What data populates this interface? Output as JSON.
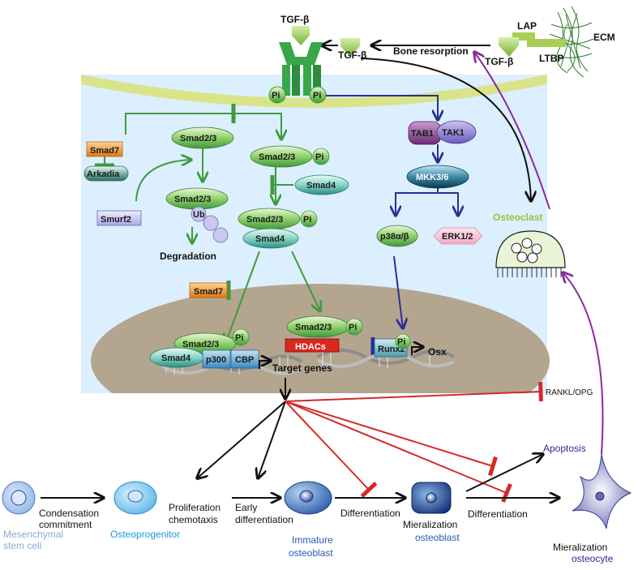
{
  "top": {
    "ecm": "ECM",
    "lap": "LAP",
    "ltbp": "LTBP",
    "tgfb_latent": "TGF-β",
    "bone_resorption": "Bone resorption",
    "tgfb_free": "TGF-β",
    "tgfb_receptor": "TGF-β",
    "pi": "Pi"
  },
  "pathway": {
    "smad23": "Smad2/3",
    "smad4": "Smad4",
    "smad7": "Smad7",
    "arkadia": "Arkadia",
    "smurf2": "Smurf2",
    "ub": "Ub",
    "degradation": "Degradation",
    "tab1": "TAB1",
    "tak1": "TAK1",
    "mkk": "MKK3/6",
    "p38": "p38α/β",
    "erk": "ERK1/2",
    "osteoclast": "Osteoclast"
  },
  "nucleus": {
    "p300": "p300",
    "cbp": "CBP",
    "target_genes": "Target genes",
    "hdacs": "HDACs",
    "runx2": "Runx2",
    "osx": "Osx"
  },
  "bottom": {
    "rankl_opg": "RANKL/OPG",
    "apoptosis": "Apoptosis",
    "condensation_1": "Condensation",
    "condensation_2": "commitment",
    "prolif_1": "Proliferation",
    "prolif_2": "chemotaxis",
    "early_1": "Early",
    "early_2": "differentiation",
    "diff_1": "Differentiation",
    "miner_1": "Mieralization",
    "diff_2": "Differentiation",
    "miner_2": "Mieralization",
    "msc_1": "Mesenchymal",
    "msc_2": "stem cell",
    "osteoprogenitor": "Osteoprogenitor",
    "immature_1": "Immature",
    "immature_2": "osteoblast",
    "osteoblast": "osteoblast",
    "osteocyte": "osteocyte"
  },
  "colors": {
    "cytoplasm": "#dcefff",
    "membrane": "#d9e48a",
    "nucleus": "#b4a58f",
    "green_arrow": "#3f9a3f",
    "blue_arrow": "#2a2e96",
    "red_inhibit": "#d42a2a",
    "purple_arrow": "#8a2a9a",
    "msc_label": "#8aaad8",
    "progenitor_label": "#1a9ad6",
    "osteoblast_label": "#2a5ab0",
    "osteocyte_label": "#2a2a9a",
    "osteoclast_label": "#9ac13a"
  }
}
